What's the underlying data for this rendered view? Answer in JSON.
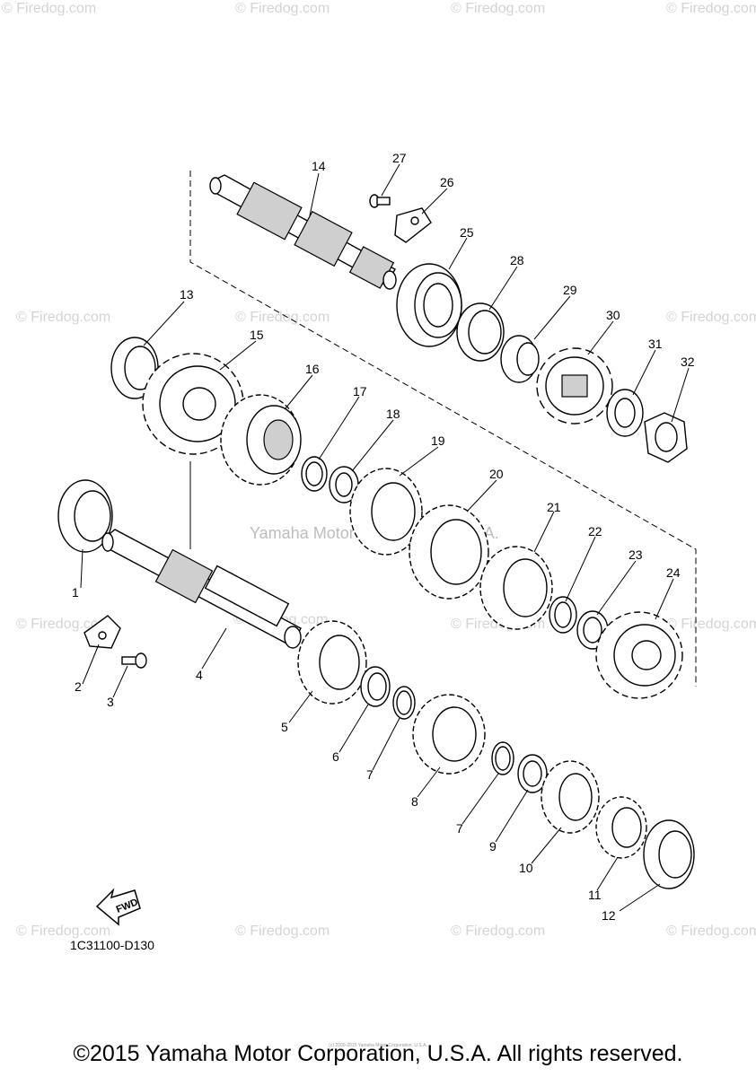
{
  "watermark": "© Firedog.com",
  "center_watermark": "Yamaha Motor Corporation, U.S.A.",
  "diagram_code": "1C31100-D130",
  "fwd_label": "FWD",
  "copyright": "©2015 Yamaha Motor Corporation, U.S.A. All rights reserved.",
  "fineprint": "(c) 2000-2015 Yamaha Motor Corporation, U.S.A.",
  "callouts": [
    "1",
    "2",
    "3",
    "4",
    "5",
    "6",
    "7",
    "7",
    "8",
    "9",
    "10",
    "11",
    "12",
    "13",
    "14",
    "15",
    "16",
    "17",
    "18",
    "19",
    "20",
    "21",
    "22",
    "23",
    "24",
    "25",
    "26",
    "27",
    "28",
    "29",
    "30",
    "31",
    "32"
  ]
}
